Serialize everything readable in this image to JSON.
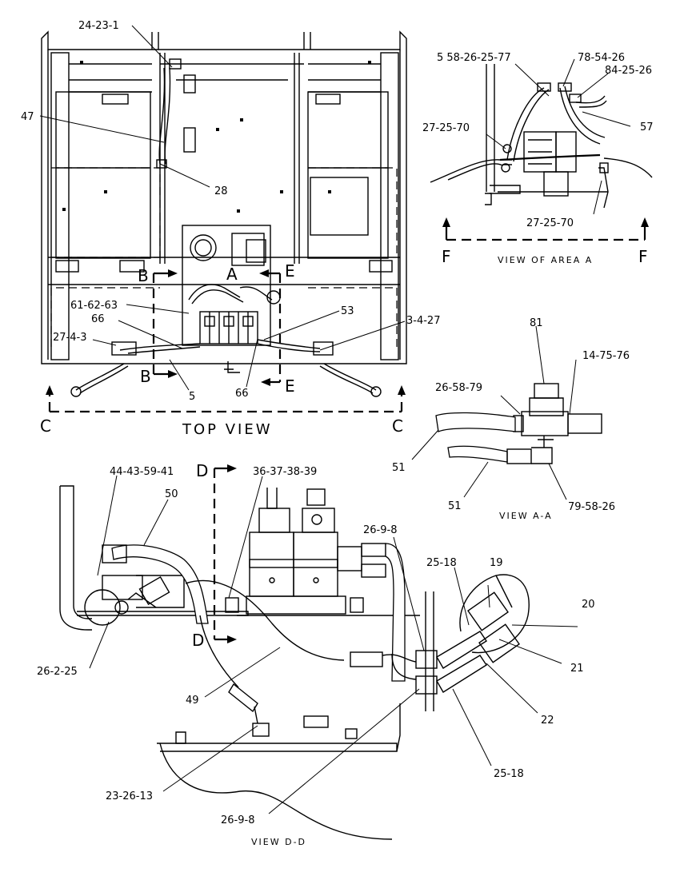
{
  "top_view": {
    "title": "TOP VIEW",
    "section_c": "C",
    "section_b": "B",
    "section_e": "E",
    "area_a": "A",
    "callouts": {
      "c24_23_1": "24-23-1",
      "c47": "47",
      "c28": "28",
      "c61_62_63": "61-62-63",
      "c66a": "66",
      "c27_4_3": "27-4-3",
      "c5": "5",
      "c66b": "66",
      "c53": "53",
      "c3_4_27": "3-4-27"
    }
  },
  "view_area_a": {
    "title": "VIEW OF AREA A",
    "section_f": "F",
    "callouts": {
      "c5_58": "5 58-26-25-77",
      "c78_54_26": "78-54-26",
      "c84_25_26": "84-25-26",
      "c57": "57",
      "c27_25_70a": "27-25-70",
      "c27_25_70b": "27-25-70"
    }
  },
  "view_a_a": {
    "title": "VIEW A-A",
    "callouts": {
      "c81": "81",
      "c14_75_76": "14-75-76",
      "c26_58_79": "26-58-79",
      "c51a": "51",
      "c51b": "51",
      "c79_58_26": "79-58-26"
    }
  },
  "view_d_d": {
    "title": "VIEW D-D",
    "section_d": "D",
    "callouts": {
      "c44_43_59_41": "44-43-59-41",
      "c50": "50",
      "c36_37_38_39": "36-37-38-39",
      "c26_9_8a": "26-9-8",
      "c25_18a": "25-18",
      "c19": "19",
      "c20": "20",
      "c21": "21",
      "c22": "22",
      "c25_18b": "25-18",
      "c26_2_25": "26-2-25",
      "c49": "49",
      "c23_26_13": "23-26-13",
      "c26_9_8b": "26-9-8"
    }
  }
}
